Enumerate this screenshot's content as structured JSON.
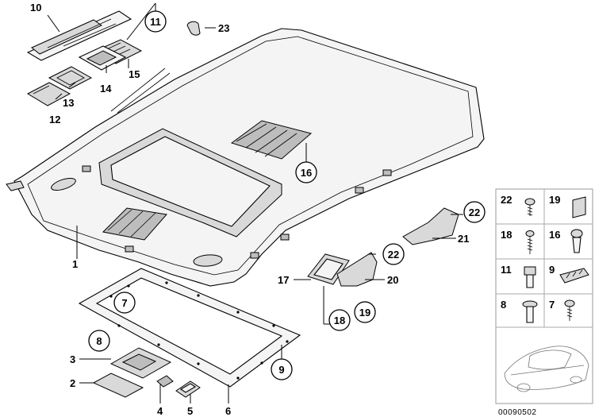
{
  "diagram": {
    "reference_number": "00090502",
    "callouts": {
      "c1": "1",
      "c2": "2",
      "c3": "3",
      "c4": "4",
      "c5": "5",
      "c6": "6",
      "c7": "7",
      "c8": "8",
      "c9": "9",
      "c10": "10",
      "c11": "11",
      "c12": "12",
      "c13": "13",
      "c14": "14",
      "c15": "15",
      "c16": "16",
      "c17": "17",
      "c18": "18",
      "c19": "19",
      "c20": "20",
      "c21": "21",
      "c22a": "22",
      "c22b": "22",
      "c23": "23"
    },
    "legend": [
      {
        "label": "22",
        "icon": "screw-round-head-icon"
      },
      {
        "label": "19",
        "icon": "clip-plate-icon"
      },
      {
        "label": "18",
        "icon": "screw-long-icon"
      },
      {
        "label": "16",
        "icon": "expanding-rivet-icon"
      },
      {
        "label": "11",
        "icon": "hex-bolt-icon"
      },
      {
        "label": "9",
        "icon": "trim-clip-icon"
      },
      {
        "label": "8",
        "icon": "bolt-washer-icon"
      },
      {
        "label": "7",
        "icon": "tapping-screw-icon"
      }
    ]
  }
}
